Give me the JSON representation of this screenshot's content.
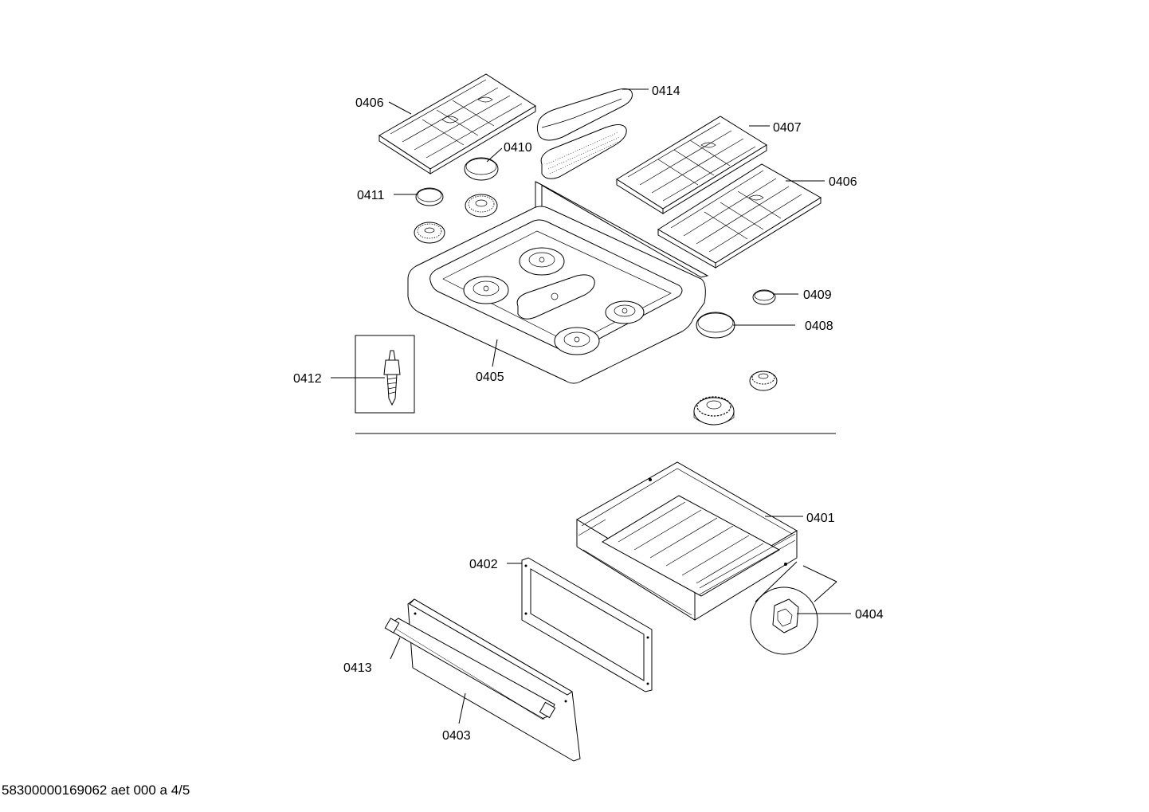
{
  "labels": {
    "l0406a": "0406",
    "l0414": "0414",
    "l0407": "0407",
    "l0410": "0410",
    "l0406b": "0406",
    "l0411": "0411",
    "l0409": "0409",
    "l0408": "0408",
    "l0412": "0412",
    "l0405": "0405",
    "l0401": "0401",
    "l0402": "0402",
    "l0404": "0404",
    "l0413": "0413",
    "l0403": "0403"
  },
  "footer": {
    "code": "58300000169062 aet 000 a 4/5"
  }
}
